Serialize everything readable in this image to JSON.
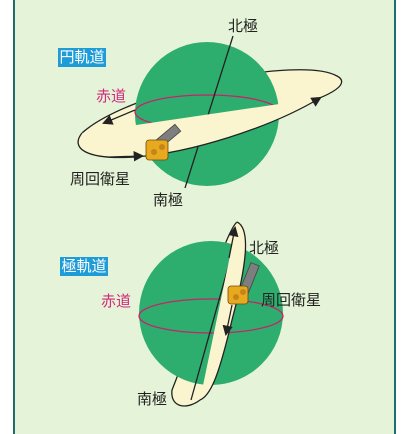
{
  "top": {
    "badge": "円軌道",
    "north_pole": "北極",
    "south_pole": "南極",
    "equator": "赤道",
    "satellite": "周回衛星"
  },
  "bottom": {
    "badge": "極軌道",
    "north_pole": "北極",
    "south_pole": "南極",
    "equator": "赤道",
    "satellite": "周回衛星"
  },
  "colors": {
    "background": "#E5F4D8",
    "frame": "#1E6E6E",
    "earth": "#2EAE6E",
    "orbit_fill": "#FBF5CF",
    "equator_line": "#C4246B",
    "equator_text": "#D02C7A",
    "badge_bg": "#1E9CD8",
    "badge_text": "#FFFFFF",
    "satellite_body": "#E7A91E",
    "solar_panel": "#7E7E7E"
  }
}
